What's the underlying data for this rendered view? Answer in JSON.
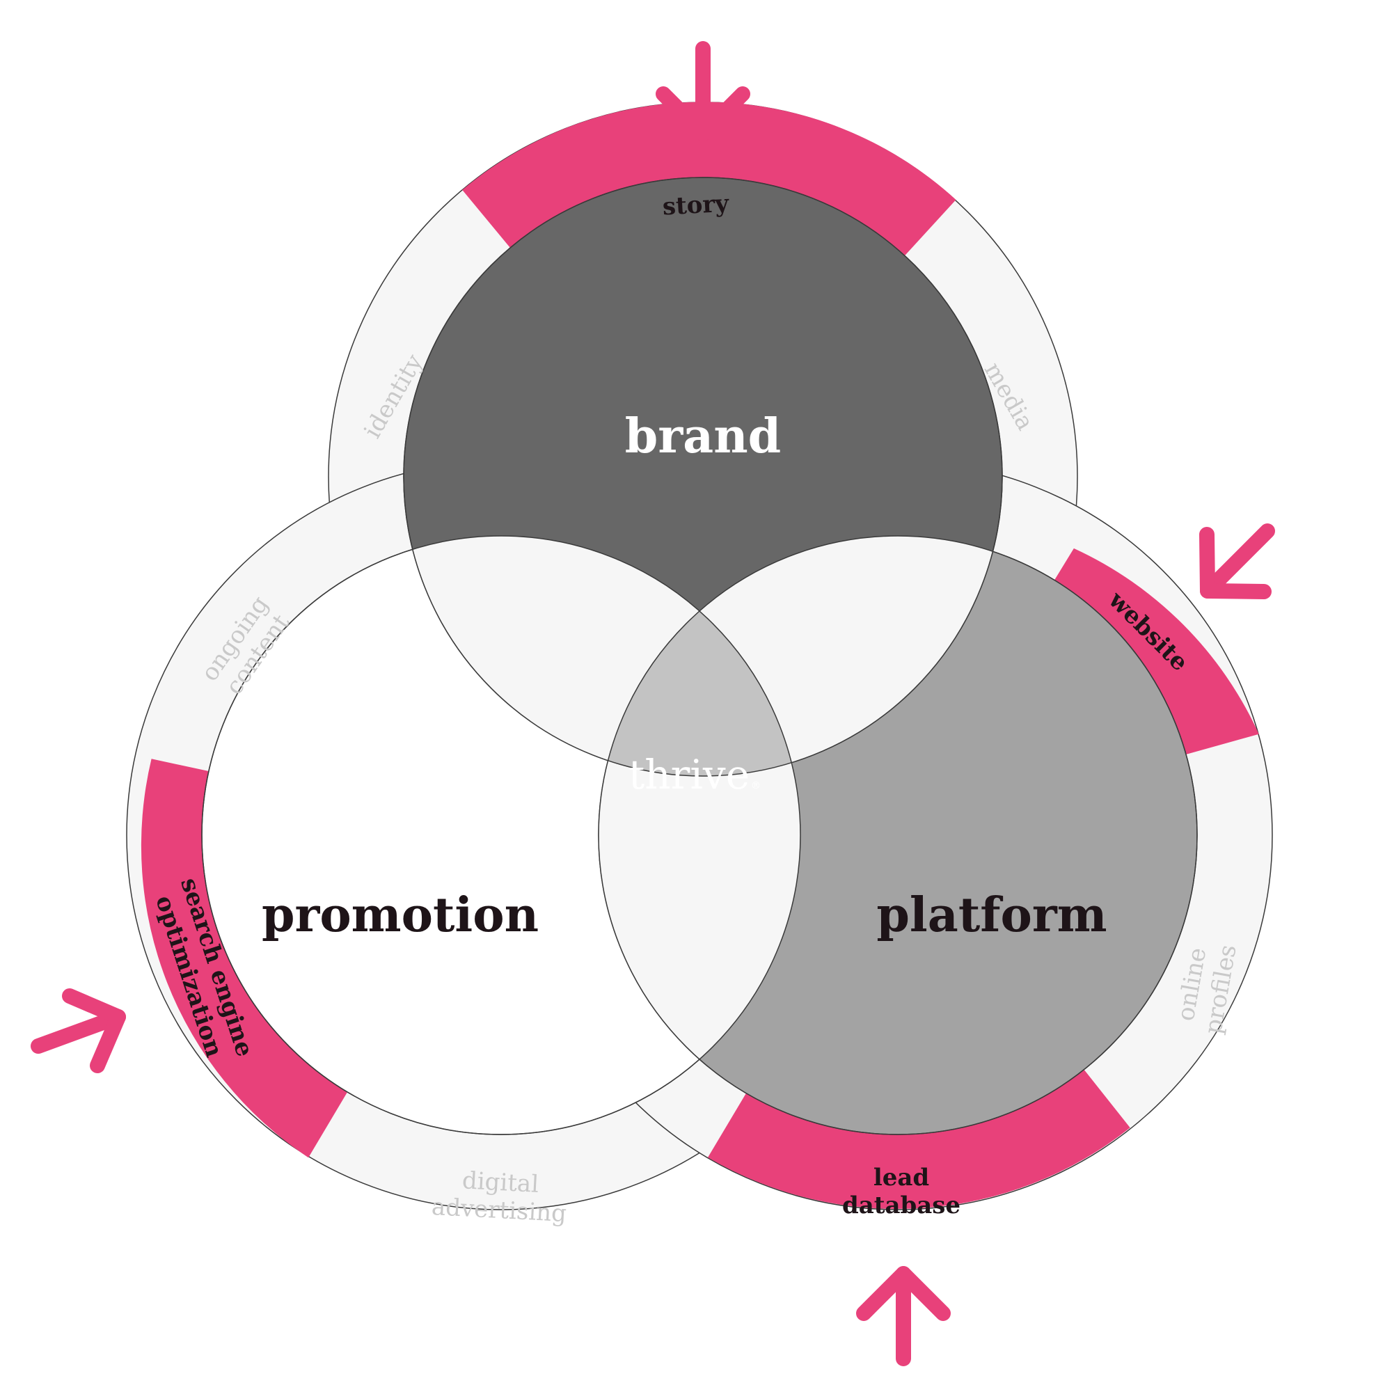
{
  "colors": {
    "accent": "#e8417a",
    "brand_fill": "#676767",
    "platform_fill": "#a3a3a3",
    "promotion_fill": "#ffffff",
    "overlap_fill": "#f6f6f6",
    "center_fill": "#c3c3c3",
    "ring_light": "#f6f6f6",
    "outline": "#3a3a3a",
    "dark_text": "#1e1418",
    "light_text": "#c9c9c9",
    "white_text": "#ffffff"
  },
  "center": {
    "label": "thrive",
    "mark": "®"
  },
  "circles": {
    "brand": {
      "label": "brand"
    },
    "promotion": {
      "label": "promotion"
    },
    "platform": {
      "label": "platform"
    }
  },
  "segments": {
    "story": [
      "story"
    ],
    "identity": [
      "identity"
    ],
    "media": [
      "media"
    ],
    "website": [
      "website"
    ],
    "online_profiles": [
      "online",
      "profiles"
    ],
    "lead_database": [
      "lead",
      "database"
    ],
    "ongoing_content": [
      "ongoing",
      "content"
    ],
    "search_engine_optimization": [
      "search engine",
      "optimization"
    ],
    "digital_advertising": [
      "digital",
      "advertising"
    ]
  },
  "icons": {
    "arrows": [
      "arrow-down-icon",
      "arrow-down-left-icon",
      "arrow-up-icon",
      "arrow-right-icon"
    ]
  }
}
